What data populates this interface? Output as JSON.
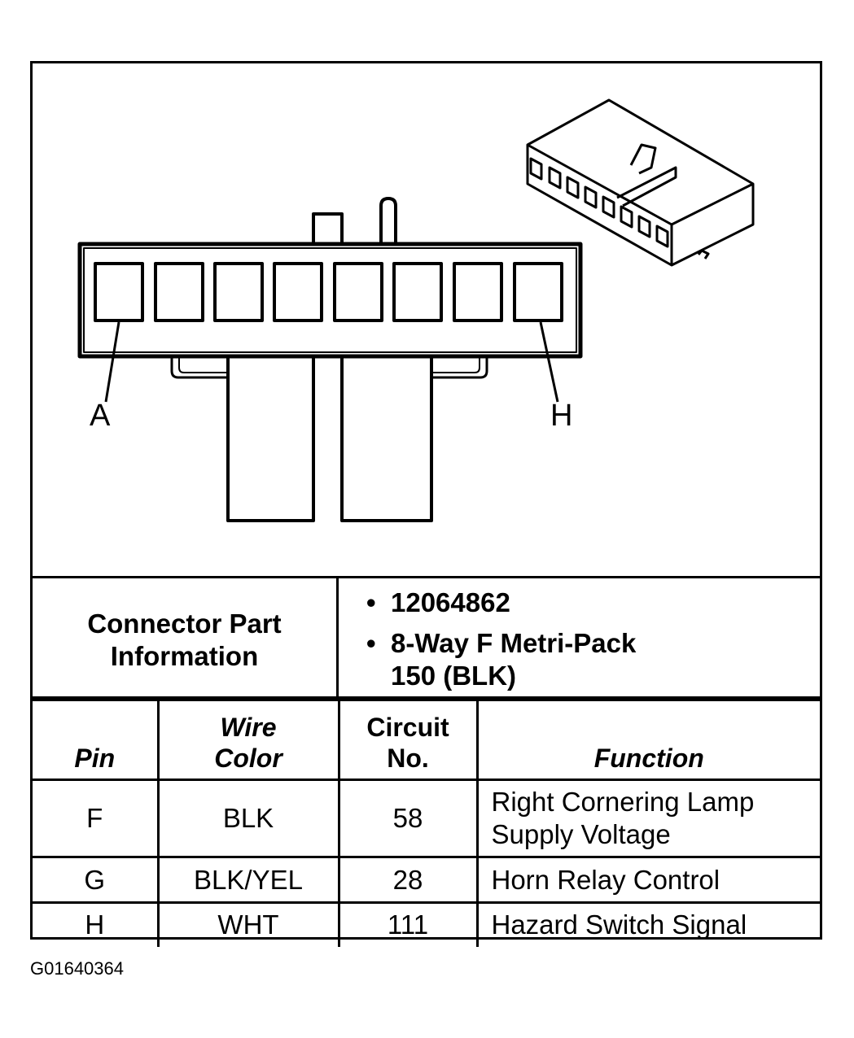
{
  "diagram": {
    "pin_labels": {
      "first": "A",
      "last": "H"
    }
  },
  "connector_info": {
    "label_line1": "Connector Part",
    "label_line2": "Information",
    "items": [
      {
        "bullet": "•",
        "lines": [
          "12064862"
        ]
      },
      {
        "bullet": "•",
        "lines": [
          "8-Way F Metri-Pack",
          "150 (BLK)"
        ]
      }
    ]
  },
  "table": {
    "headers": {
      "pin": [
        "Pin"
      ],
      "wire_color": [
        "Wire",
        "Color"
      ],
      "circuit_no": [
        "Circuit",
        "No."
      ],
      "function": [
        "Function"
      ]
    },
    "rows": [
      {
        "pin": "F",
        "wire_color": "BLK",
        "circuit_no": "58",
        "function": [
          "Right Cornering Lamp",
          "Supply Voltage"
        ]
      },
      {
        "pin": "G",
        "wire_color": "BLK/YEL",
        "circuit_no": "28",
        "function": [
          "Horn Relay Control"
        ]
      },
      {
        "pin": "H",
        "wire_color": "WHT",
        "circuit_no": "111",
        "function": [
          "Hazard Switch Signal"
        ]
      }
    ]
  },
  "figure_id": "G01640364"
}
